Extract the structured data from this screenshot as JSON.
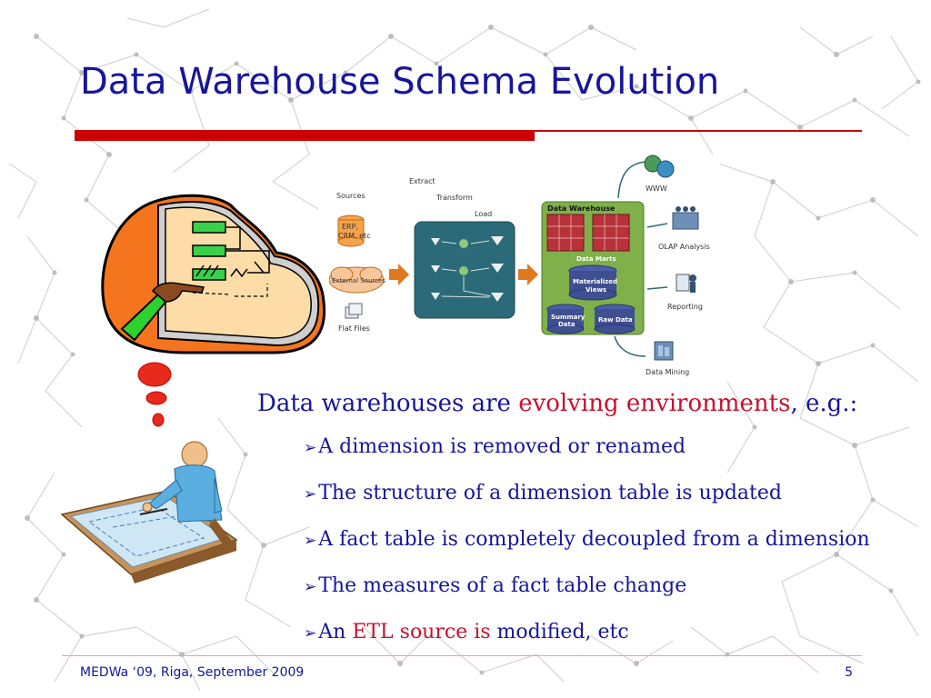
{
  "slide": {
    "title": "Data Warehouse Schema Evolution",
    "accent_color": "#cc0000",
    "text_color": "#17169a",
    "highlight_color": "#c8102e"
  },
  "diagram": {
    "extract": "Extract",
    "transform": "Transform",
    "load": "Load",
    "sources": "Sources",
    "erp": "ERP,",
    "crm": "CRM, etc",
    "external_sources": "External Sources",
    "flat_files": "Flat Files",
    "data_warehouse": "Data Warehouse",
    "data_marts": "Data Marts",
    "materialized": "Materialized",
    "views": "Views",
    "summary": "Summary",
    "summary_data": "Data",
    "raw_data": "Raw Data",
    "www": "WWW",
    "olap_analysis": "OLAP Analysis",
    "reporting": "Reporting",
    "data_mining": "Data Mining"
  },
  "content": {
    "lead_before": "Data warehouses are ",
    "lead_highlight": "evolving environments",
    "lead_after": ", e.g.:",
    "bullet_1": "A dimension is removed or renamed",
    "bullet_2": "The structure of a dimension table is updated",
    "bullet_3": "A fact table is completely decoupled from a dimension",
    "bullet_4": "The measures of a fact table change",
    "bullet_5_before": "An ",
    "bullet_5_highlight": "ETL source is",
    "bullet_5_after": " modified, etc"
  },
  "footer": {
    "text": "MEDWa ‘09, Riga, September 2009",
    "page_number": "5"
  }
}
